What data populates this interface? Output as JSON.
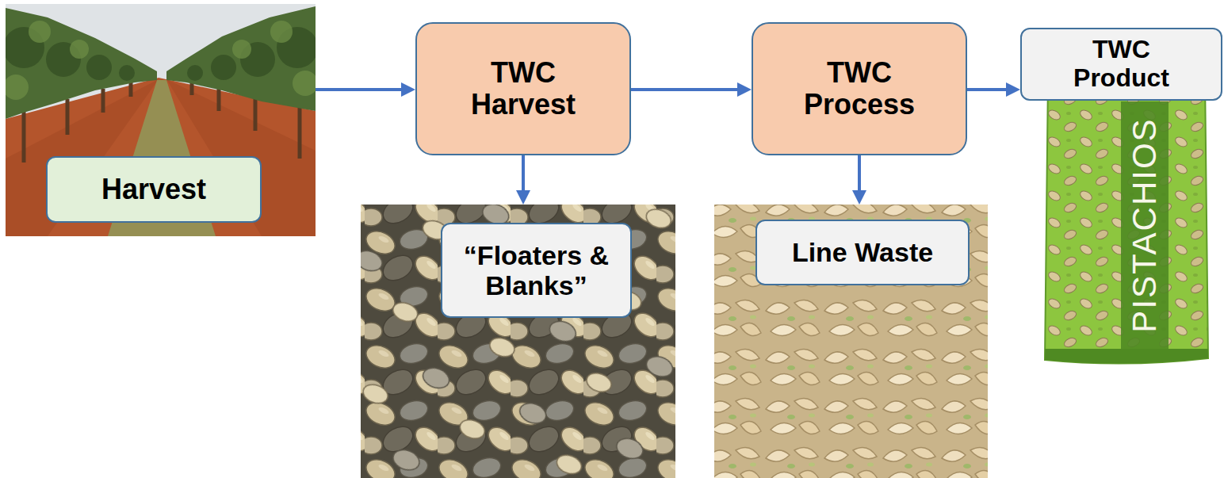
{
  "diagram": {
    "nodes": [
      {
        "text": [
          "Harvest"
        ]
      },
      {
        "text": [
          "TWC Harvest"
        ]
      },
      {
        "text": [
          "TWC Process"
        ]
      },
      {
        "text": [
          "TWC Product"
        ]
      },
      {
        "text": [
          "“Floaters & Blanks”"
        ]
      },
      {
        "text": [
          "Line Waste"
        ]
      }
    ],
    "edges": [
      {
        "from": 0,
        "to": 1,
        "arrow": "to"
      },
      {
        "from": 1,
        "to": 2,
        "arrow": "to"
      },
      {
        "from": 2,
        "to": 3,
        "arrow": "to"
      },
      {
        "from": 1,
        "to": 4,
        "arrow": "to"
      },
      {
        "from": 2,
        "to": 5,
        "arrow": "to"
      }
    ],
    "labels": [
      "PISTACHIOS"
    ]
  }
}
